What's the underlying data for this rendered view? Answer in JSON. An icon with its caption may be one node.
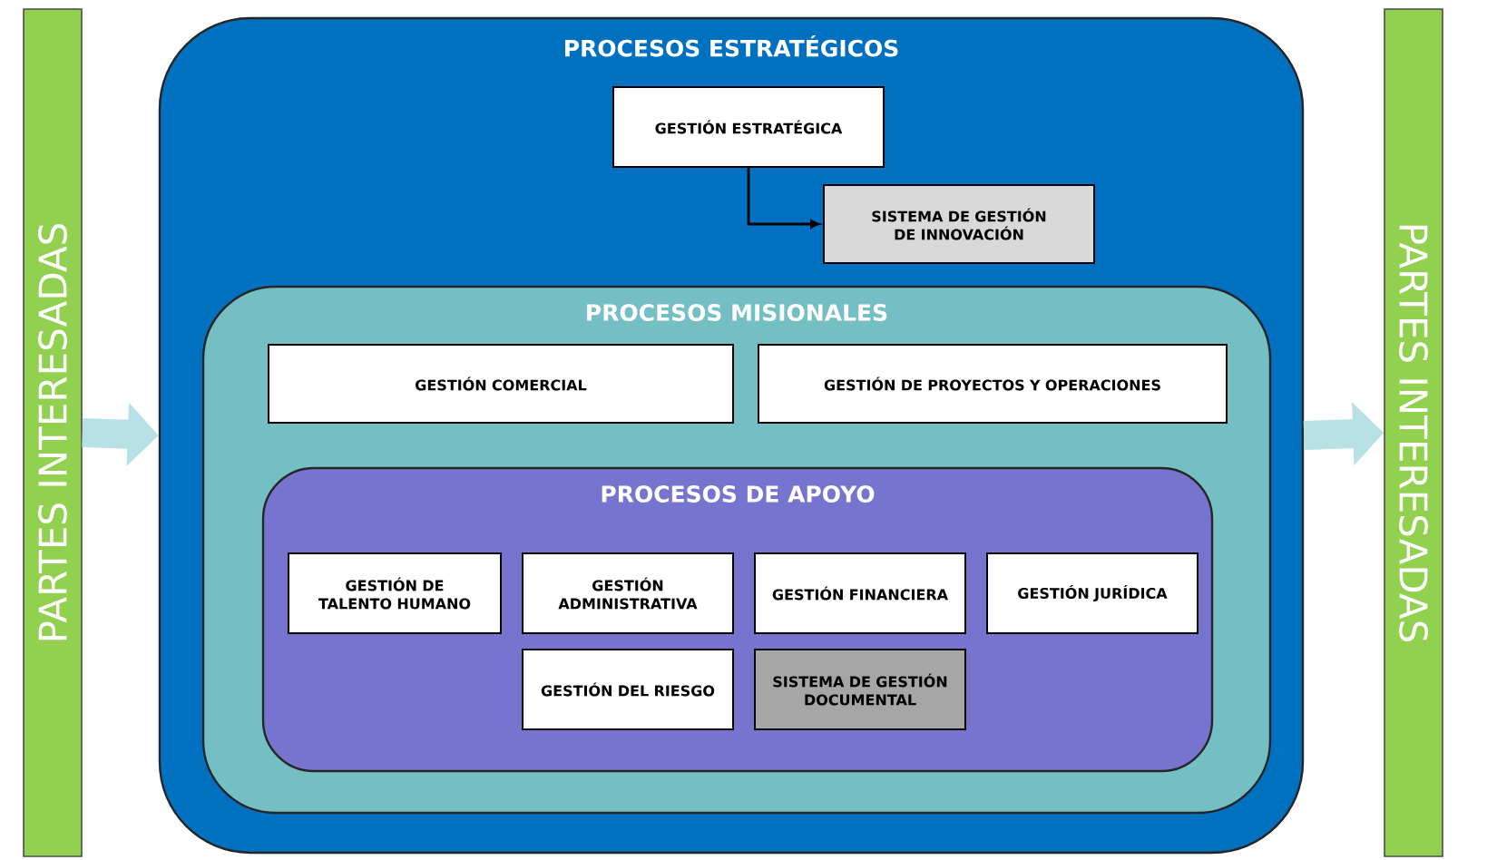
{
  "diagram": {
    "nodes": [
      {
        "text": [
          "PARTES INTERESADAS"
        ]
      },
      {
        "text": [
          "PROCESOS ESTRATÉGICOS"
        ]
      },
      {
        "text": [
          "GESTIÓN ESTRATÉGICA"
        ],
        "in": 1
      },
      {
        "text": [
          "SISTEMA DE GESTIÓN DE INNOVACIÓN"
        ],
        "in": 1
      },
      {
        "text": [
          "PROCESOS MISIONALES"
        ],
        "in": 1
      },
      {
        "text": [
          "GESTIÓN COMERCIAL"
        ],
        "in": 4
      },
      {
        "text": [
          "GESTIÓN  DE PROYECTOS Y OPERACIONES"
        ],
        "in": 4
      },
      {
        "text": [
          "PROCESOS DE APOYO"
        ],
        "in": 4
      },
      {
        "text": [
          "GESTIÓN DE TALENTO HUMANO"
        ],
        "in": 7
      },
      {
        "text": [
          "GESTIÓN ADMINISTRATIVA"
        ],
        "in": 7
      },
      {
        "text": [
          "GESTIÓN FINANCIERA"
        ],
        "in": 7
      },
      {
        "text": [
          "GESTIÓN JURÍDICA"
        ],
        "in": 7
      },
      {
        "text": [
          "GESTIÓN DEL RIESGO"
        ],
        "in": 7
      },
      {
        "text": [
          "SISTEMA DE GESTIÓN DOCUMENTAL"
        ],
        "in": 7
      },
      {
        "text": [
          "PARTES INTERESADAS"
        ]
      }
    ],
    "edges": [
      {
        "from": 0,
        "to": 1,
        "arrow": "to",
        "color": "#b7e1e4"
      },
      {
        "from": 2,
        "to": 3,
        "arrow": "to",
        "color": "#000000"
      },
      {
        "from": 1,
        "to": 14,
        "arrow": "to",
        "color": "#b7e1e4"
      }
    ]
  }
}
